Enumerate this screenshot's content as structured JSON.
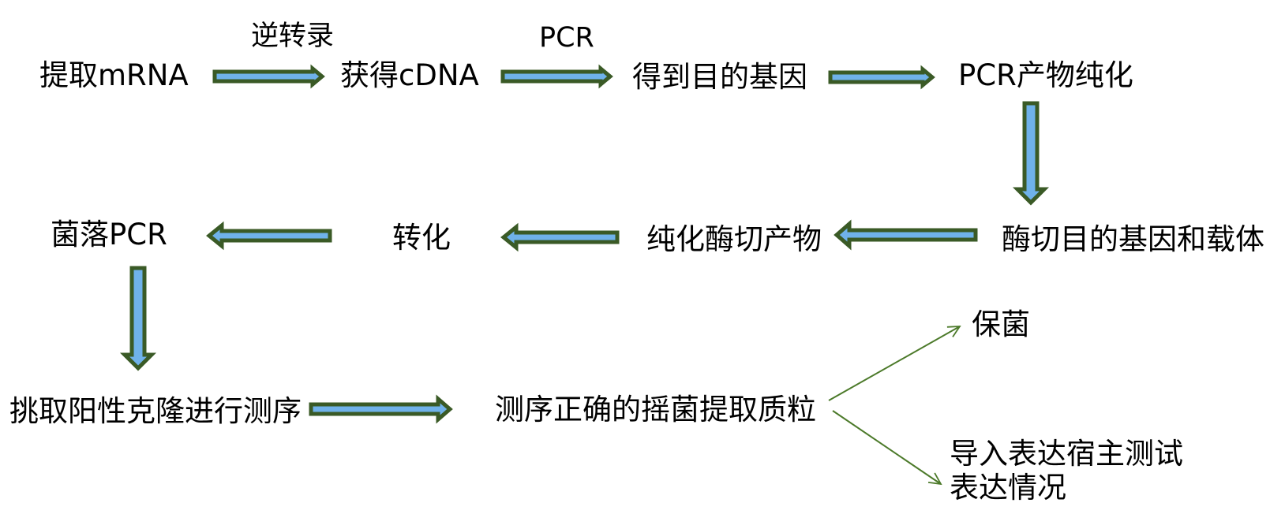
{
  "nodes": {
    "extract_mrna": "提取mRNA",
    "get_cdna": "获得cDNA",
    "get_target_gene": "得到目的基因",
    "pcr_purify": "PCR产物纯化",
    "digest_gene_vector": "酶切目的基因和载体",
    "purify_digest": "纯化酶切产物",
    "transform": "转化",
    "colony_pcr": "菌落PCR",
    "pick_clones": "挑取阳性克隆进行测序",
    "plasmid_extract": "测序正确的摇菌提取质粒",
    "preserve": "保菌",
    "express_line1": "导入表达宿主测试",
    "express_line2": "表达情况"
  },
  "labels": {
    "reverse_transcription": "逆转录",
    "pcr": "PCR"
  },
  "colors": {
    "arrow_fill": "#6fb2ea",
    "arrow_stroke": "#3a5a26",
    "thin_arrow": "#4c7a2a"
  }
}
